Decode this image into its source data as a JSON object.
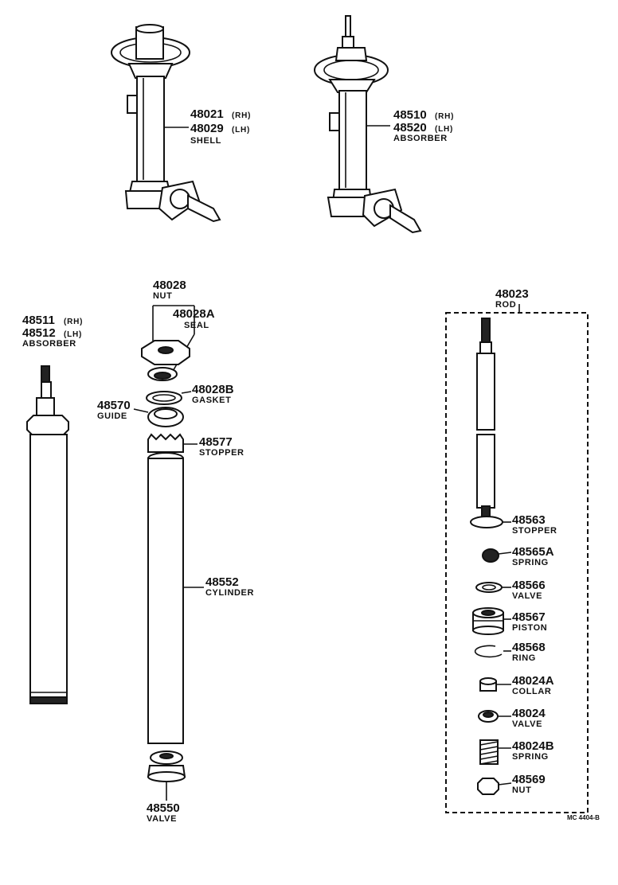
{
  "assemblies": {
    "shell": {
      "number_rh": "48021",
      "side_rh": "(RH)",
      "number_lh": "48029",
      "side_lh": "(LH)",
      "name": "SHELL"
    },
    "absorber_assy": {
      "number_rh": "48510",
      "side_rh": "(RH)",
      "number_lh": "48520",
      "side_lh": "(LH)",
      "name": "ABSORBER"
    }
  },
  "left_absorber": {
    "number_rh": "48511",
    "side_rh": "(RH)",
    "number_lh": "48512",
    "side_lh": "(LH)",
    "name": "ABSORBER"
  },
  "middle_parts": {
    "nut": {
      "number": "48028",
      "name": "NUT"
    },
    "seal": {
      "number": "48028A",
      "name": "SEAL"
    },
    "gasket": {
      "number": "48028B",
      "name": "GASKET"
    },
    "guide": {
      "number": "48570",
      "name": "GUIDE"
    },
    "stopper": {
      "number": "48577",
      "name": "STOPPER"
    },
    "cylinder": {
      "number": "48552",
      "name": "CYLINDER"
    },
    "valve": {
      "number": "48550",
      "name": "VALVE"
    }
  },
  "rod_group": {
    "rod": {
      "number": "48023",
      "name": "ROD"
    },
    "stopper": {
      "number": "48563",
      "name": "STOPPER"
    },
    "spring": {
      "number": "48565A",
      "name": "SPRING"
    },
    "valve": {
      "number": "48566",
      "name": "VALVE"
    },
    "piston": {
      "number": "48567",
      "name": "PISTON"
    },
    "ring": {
      "number": "48568",
      "name": "RING"
    },
    "collar": {
      "number": "48024A",
      "name": "COLLAR"
    },
    "valve2": {
      "number": "48024",
      "name": "VALVE"
    },
    "spring2": {
      "number": "48024B",
      "name": "SPRING"
    },
    "nut": {
      "number": "48569",
      "name": "NUT"
    }
  },
  "figure_code": "MC 4404-B"
}
